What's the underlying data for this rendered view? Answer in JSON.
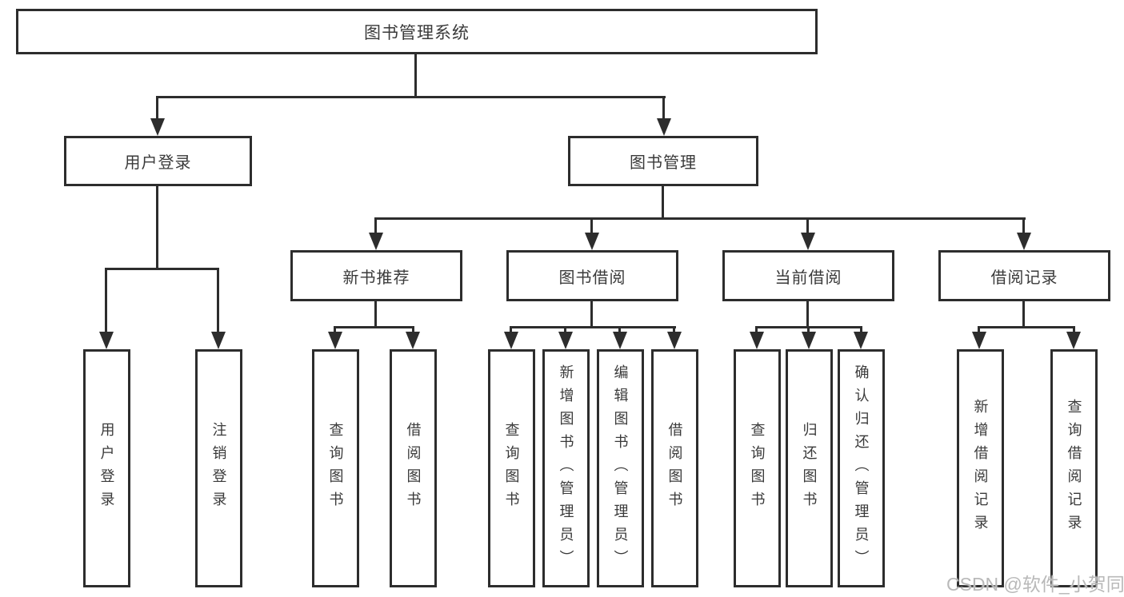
{
  "diagram_title": "图书管理系统",
  "tree": {
    "label": "图书管理系统",
    "children": [
      {
        "label": "用户登录",
        "children": [
          {
            "label": "用户登录"
          },
          {
            "label": "注销登录"
          }
        ]
      },
      {
        "label": "图书管理",
        "children": [
          {
            "label": "新书推荐",
            "children": [
              {
                "label": "查询图书"
              },
              {
                "label": "借阅图书"
              }
            ]
          },
          {
            "label": "图书借阅",
            "children": [
              {
                "label": "查询图书"
              },
              {
                "label": "新增图书（管理员）"
              },
              {
                "label": "编辑图书（管理员）"
              },
              {
                "label": "借阅图书"
              }
            ]
          },
          {
            "label": "当前借阅",
            "children": [
              {
                "label": "查询图书"
              },
              {
                "label": "归还图书"
              },
              {
                "label": "确认归还（管理员）"
              }
            ]
          },
          {
            "label": "借阅记录",
            "children": [
              {
                "label": "新增借阅记录"
              },
              {
                "label": "查询借阅记录"
              }
            ]
          }
        ]
      }
    ]
  },
  "watermark": "CSDN @软件_小贺同学",
  "colors": {
    "line": "#2d2d2d",
    "box_border": "#2d2d2d",
    "text": "#3a3a3a",
    "background": "#ffffff",
    "watermark_text": "#b9b9b9"
  }
}
